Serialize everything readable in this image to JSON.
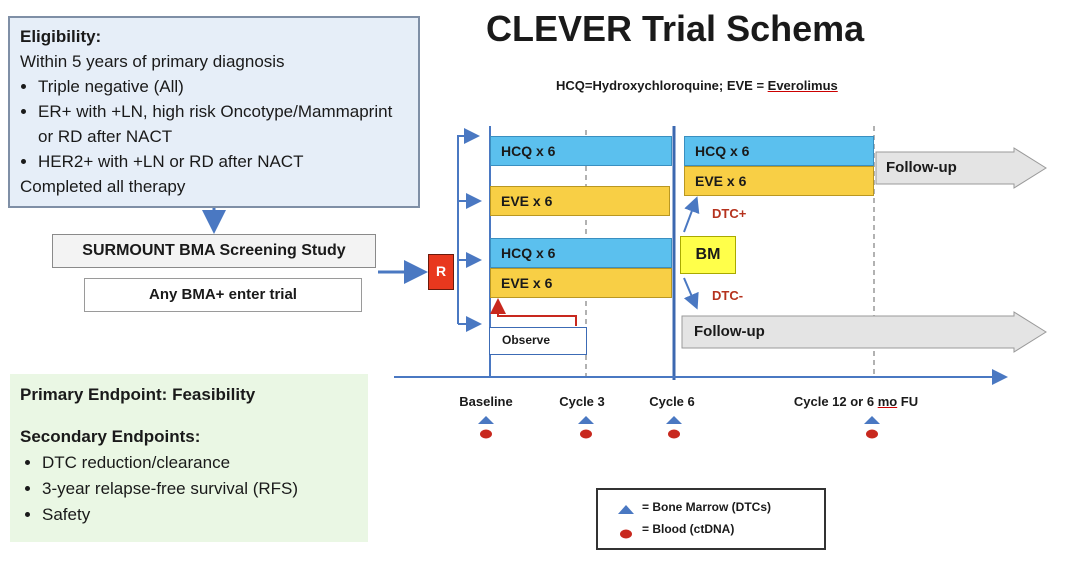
{
  "title": "CLEVER Trial Schema",
  "abbreviations": {
    "hcq": "HCQ=Hydroxychloroquine; EVE = ",
    "eve": "Everolimus"
  },
  "eligibility": {
    "heading": "Eligibility:",
    "intro": "Within 5 years of primary diagnosis",
    "items": [
      "Triple negative (All)",
      "ER+ with +LN, high risk Oncotype/Mammaprint or RD after NACT",
      "HER2+ with +LN or RD after NACT"
    ],
    "outro": "Completed all therapy"
  },
  "screening": "SURMOUNT BMA Screening Study",
  "entry": "Any BMA+ enter trial",
  "randomize": "R",
  "arms": {
    "arm1": "HCQ x 6",
    "arm2": "EVE x 6",
    "arm3_hcq": "HCQ x 6",
    "arm3_eve": "EVE x 6",
    "observe": "Observe"
  },
  "bm": "BM",
  "post": {
    "hcq": "HCQ x 6",
    "eve": "EVE x  6",
    "followup_top": "Follow-up",
    "followup_bottom": "Follow-up",
    "dtc_pos": "DTC+",
    "dtc_neg": "DTC-"
  },
  "timeline": {
    "baseline": "Baseline",
    "cycle3": "Cycle 3",
    "cycle6": "Cycle 6",
    "cycle12_a": "Cycle 12 or 6 ",
    "cycle12_b": "mo",
    "cycle12_c": " FU"
  },
  "endpoints": {
    "primary": "Primary Endpoint:  Feasibility",
    "secondary_heading": "Secondary Endpoints:",
    "secondary": [
      "DTC reduction/clearance",
      "3-year relapse-free survival (RFS)",
      "Safety"
    ]
  },
  "legend": {
    "bone_marrow": "= Bone Marrow (DTCs)",
    "blood": "= Blood (ctDNA)"
  },
  "colors": {
    "hcq": "#5bc0ee",
    "eve": "#f8cf45",
    "randomize": "#e8381e",
    "arrow": "#4a78c2",
    "blood_marker": "#c8281e"
  }
}
